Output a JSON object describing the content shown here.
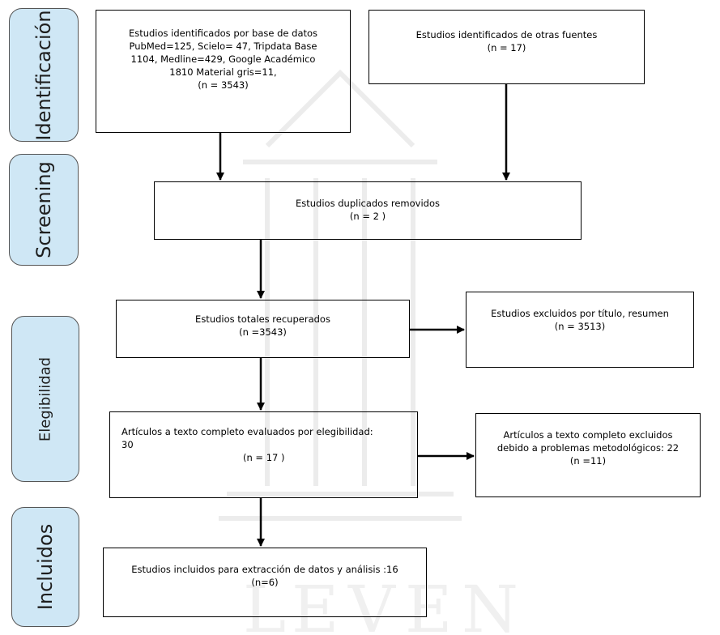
{
  "phases": {
    "identificacion": "Identificación",
    "screening": "Screening",
    "elegibilidad": "Elegibilidad",
    "incluidos": "Incluidos"
  },
  "boxes": {
    "db_studies": {
      "line1": "Estudios identificados por base de datos",
      "line2": "PubMed=125,  Scielo= 47, Tripdata Base",
      "line3": "1104, Medline=429, Google Académico",
      "line4": "1810 Material gris=11,",
      "line5": "(n = 3543)"
    },
    "other_sources": {
      "line1": "Estudios identificados de otras fuentes",
      "line2": "(n = 17)"
    },
    "duplicates": {
      "line1": "Estudios duplicados removidos",
      "line2": "(n = 2 )"
    },
    "total_recovered": {
      "line1": "Estudios totales recuperados",
      "line2": "(n =3543)"
    },
    "excluded_title": {
      "line1": "Estudios excluidos por título, resumen",
      "line2": "(n = 3513)"
    },
    "fulltext_assessed": {
      "line1": "Artículos a texto completo evaluados por elegibilidad:",
      "line2": "30",
      "line3": "(n = 17 )"
    },
    "fulltext_excluded": {
      "line1": "Artículos a texto completo excluidos",
      "line2": "debido a problemas metodológicos: 22",
      "line3": "(n =11)"
    },
    "included": {
      "line1": "Estudios incluidos para extracción de datos y análisis :16",
      "line2": "(n=6)"
    }
  },
  "colors": {
    "phase_fill": "#cfe7f5",
    "phase_border": "#555555",
    "box_border": "#000000",
    "arrow": "#000000",
    "watermark": "#eeeeee"
  }
}
